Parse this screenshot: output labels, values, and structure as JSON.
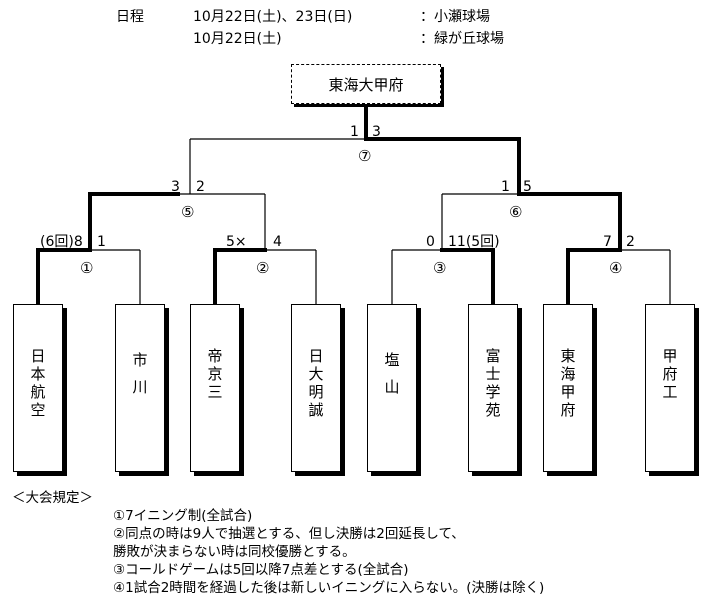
{
  "schedule": {
    "label": "日程",
    "line1_date": "10月22日(土)、23日(日)",
    "line1_venue": "：小瀬球場",
    "line2_date": "10月22日(土)",
    "line2_venue": "：緑が丘球場"
  },
  "champion": "東海大甲府",
  "teams": [
    "日本航空",
    "市川",
    "帝京三",
    "日大明誠",
    "塩山",
    "富士学苑",
    "東海甲府",
    "甲府工"
  ],
  "game_marks": [
    "①",
    "②",
    "③",
    "④",
    "⑤",
    "⑥",
    "⑦"
  ],
  "scores": {
    "g1_left": "(6回)8",
    "g1_right": "1",
    "g2_left": "5×",
    "g2_right": "4",
    "g3_left": "0",
    "g3_right": "11(5回)",
    "g4_left": "7",
    "g4_right": "2",
    "g5_left": "3",
    "g5_right": "2",
    "g6_left": "1",
    "g6_right": "5",
    "g7_left": "1",
    "g7_right": "3"
  },
  "rules": {
    "title": "＜大会規定＞",
    "items": [
      "①7イニング制(全試合)",
      "②同点の時は9人で抽選とする、但し決勝は2回延長して、",
      "勝敗が決まらない時は同校優勝とする。",
      "③コールドゲームは5回以降7点差とする(全試合)",
      "④1試合2時間を経過した後は新しいイニングに入らない。(決勝は除く)"
    ]
  }
}
